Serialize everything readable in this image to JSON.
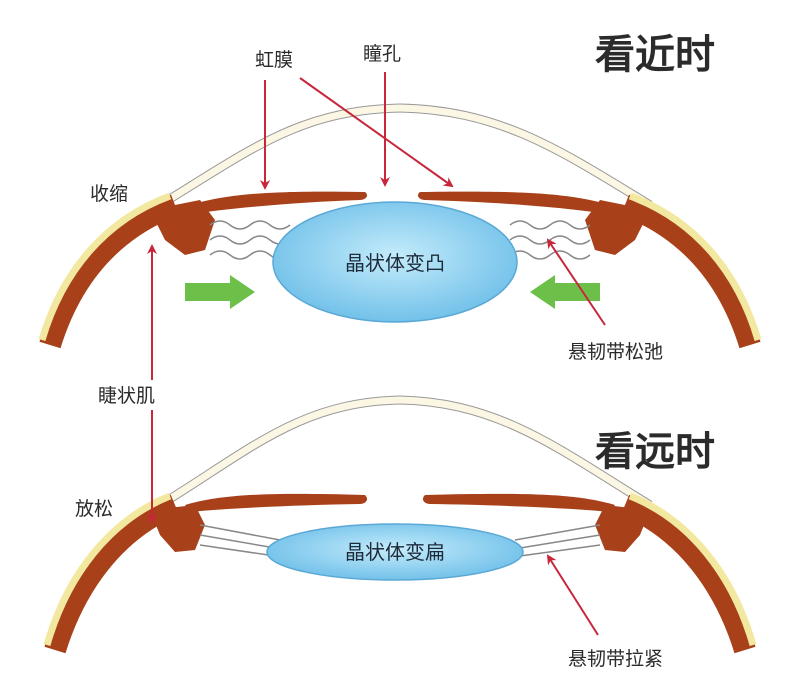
{
  "title_near": "看近时",
  "title_far": "看远时",
  "labels": {
    "iris": "虹膜",
    "pupil": "瞳孔",
    "contract": "收缩",
    "relax": "放松",
    "ciliary_muscle": "睫状肌",
    "zonule_slack": "悬韧带松弛",
    "zonule_tight": "悬韧带拉紧",
    "lens_convex": "晶状体变凸",
    "lens_flat": "晶状体变扁"
  },
  "colors": {
    "arrow_red": "#c8263a",
    "brown": "#a8401a",
    "lens": "#8fd0f0",
    "green": "#6cc04a",
    "sclera_yellow": "#f3e8a0"
  }
}
